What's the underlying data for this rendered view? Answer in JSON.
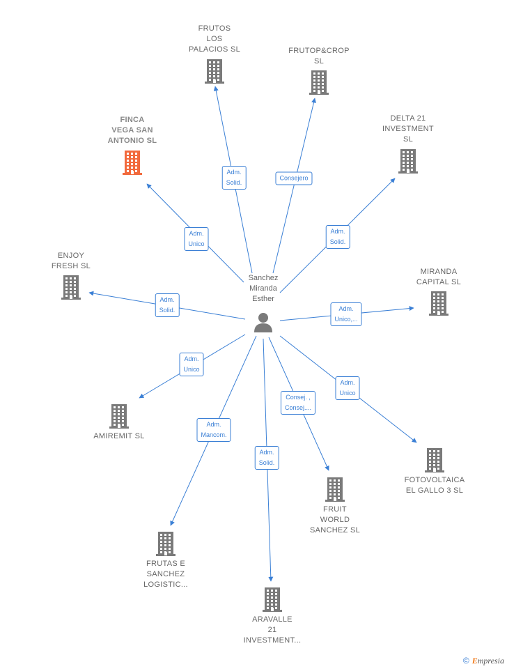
{
  "center": {
    "name": "Sanchez\nMiranda\nEsther"
  },
  "colors": {
    "edge": "#3a7fd5",
    "building": "#7a7a7a",
    "highlight": "#f26a3d"
  },
  "nodes": [
    {
      "id": "frutos-los-palacios",
      "label": "FRUTOS\nLOS\nPALACIOS SL",
      "highlight": false,
      "role": "Adm.\nSolid."
    },
    {
      "id": "frutop-crop",
      "label": "FRUTOP&CROP\nSL",
      "highlight": false,
      "role": "Consejero"
    },
    {
      "id": "finca-vega-san-antonio",
      "label": "FINCA\nVEGA SAN\nANTONIO  SL",
      "highlight": true,
      "role": "Adm.\nUnico"
    },
    {
      "id": "delta-21-investment",
      "label": "DELTA 21\nINVESTMENT\nSL",
      "highlight": false,
      "role": "Adm.\nSolid."
    },
    {
      "id": "enjoy-fresh",
      "label": "ENJOY\nFRESH SL",
      "highlight": false,
      "role": "Adm.\nSolid."
    },
    {
      "id": "miranda-capital",
      "label": "MIRANDA\nCAPITAL  SL",
      "highlight": false,
      "role": "Adm.\nUnico,..."
    },
    {
      "id": "amiremit",
      "label": "AMIREMIT SL",
      "highlight": false,
      "role": "Adm.\nUnico"
    },
    {
      "id": "fotovoltaica-el-gallo",
      "label": "FOTOVOLTAICA\nEL GALLO 3 SL",
      "highlight": false,
      "role": "Adm.\nUnico"
    },
    {
      "id": "fruit-world-sanchez",
      "label": "FRUIT\nWORLD\nSANCHEZ  SL",
      "highlight": false,
      "role": "Consej. ,\nConsej...."
    },
    {
      "id": "frutas-e-sanchez",
      "label": "FRUTAS E\nSANCHEZ\nLOGISTIC...",
      "highlight": false,
      "role": "Adm.\nMancom."
    },
    {
      "id": "aravalle-21",
      "label": "ARAVALLE\n21\nINVESTMENT...",
      "highlight": false,
      "role": "Adm.\nSolid."
    }
  ],
  "brand": {
    "copyright": "©",
    "name": "mpresia",
    "initial": "E"
  }
}
